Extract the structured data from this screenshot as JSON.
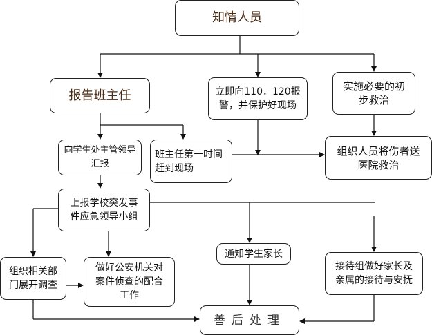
{
  "nodes": {
    "witness": "知情人员",
    "report_teacher": "报告班主任",
    "call_police": "立即向110．120报警，并保护好现场",
    "first_aid": "实施必要的初步救治",
    "report_student_office": "向学生处主管领导汇报",
    "teacher_arrive": "班主任第一时间赶到现场",
    "send_hospital": "组织人员将伤者送医院救治",
    "report_emergency_group": "上报学校突发事件应急领导小组",
    "investigate": "组织相关部门展开调查",
    "cooperate_police": "做好公安机关对案件侦查的配合工作",
    "notify_parents": "通知学生家长",
    "reception": "接待组做好家长及亲属的接待与安抚",
    "aftermath": "善后处理"
  }
}
